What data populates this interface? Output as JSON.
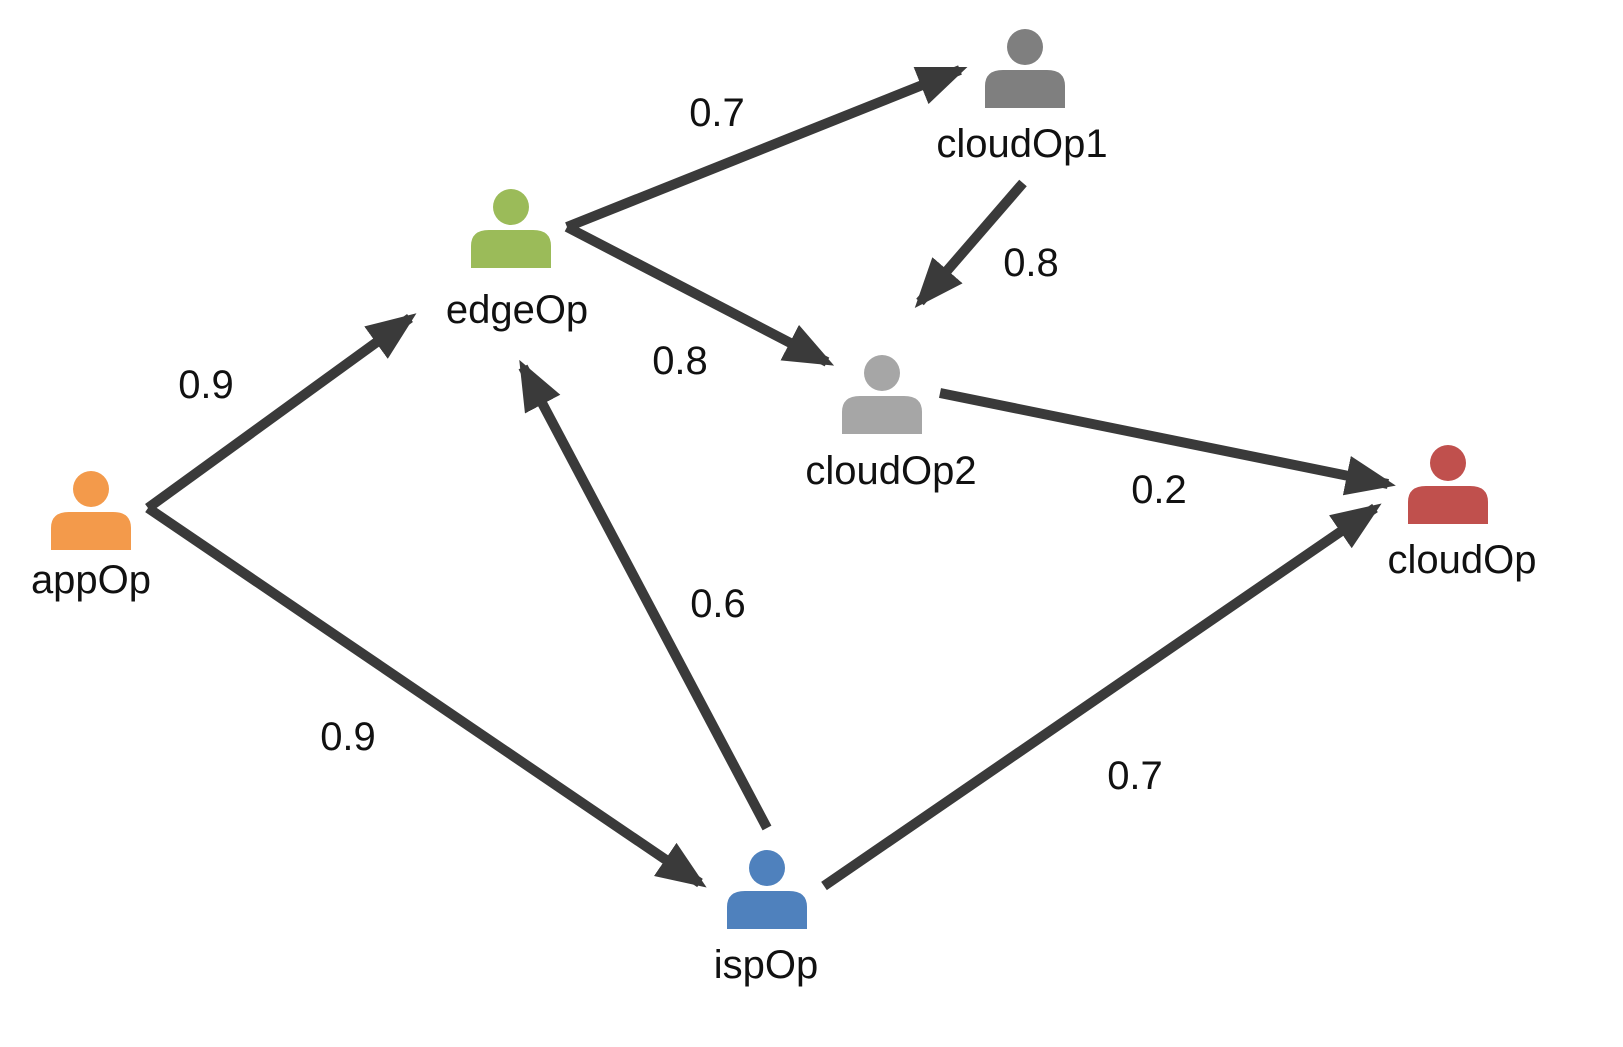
{
  "diagram": {
    "nodes": [
      {
        "id": "appOp",
        "label": "appOp",
        "icon": "person-icon",
        "color": "#F39A4B"
      },
      {
        "id": "edgeOp",
        "label": "edgeOp",
        "icon": "person-icon",
        "color": "#9BBB59"
      },
      {
        "id": "cloudOp1",
        "label": "cloudOp1",
        "icon": "person-icon",
        "color": "#7F7F7F"
      },
      {
        "id": "cloudOp2",
        "label": "cloudOp2",
        "icon": "person-icon",
        "color": "#A6A6A6"
      },
      {
        "id": "cloudOp",
        "label": "cloudOp",
        "icon": "person-icon",
        "color": "#C0504D"
      },
      {
        "id": "ispOp",
        "label": "ispOp",
        "icon": "person-icon",
        "color": "#4F81BD"
      }
    ],
    "edges": [
      {
        "from": "appOp",
        "to": "edgeOp",
        "weight": "0.9"
      },
      {
        "from": "appOp",
        "to": "ispOp",
        "weight": "0.9"
      },
      {
        "from": "edgeOp",
        "to": "cloudOp1",
        "weight": "0.7"
      },
      {
        "from": "edgeOp",
        "to": "cloudOp2",
        "weight": "0.8"
      },
      {
        "from": "cloudOp1",
        "to": "cloudOp2",
        "weight": "0.8"
      },
      {
        "from": "cloudOp2",
        "to": "cloudOp",
        "weight": "0.2"
      },
      {
        "from": "ispOp",
        "to": "edgeOp",
        "weight": "0.6"
      },
      {
        "from": "ispOp",
        "to": "cloudOp",
        "weight": "0.7"
      }
    ],
    "edge_color": "#3A3A3A"
  }
}
